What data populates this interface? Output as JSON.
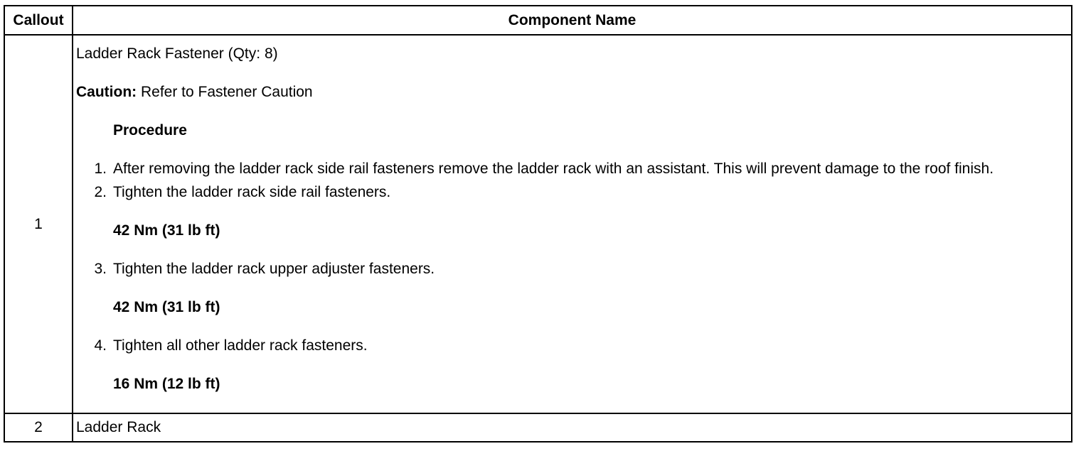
{
  "table": {
    "headers": [
      "Callout",
      "Component Name"
    ],
    "rows": [
      {
        "callout": "1",
        "title": "Ladder Rack Fastener (Qty: 8)",
        "caution_label": "Caution:",
        "caution_text": " Refer to Fastener Caution",
        "procedure_heading": "Procedure",
        "steps": [
          {
            "num": "1.",
            "text": "After removing the ladder rack side rail fasteners remove the ladder rack with an assistant. This will prevent damage to the roof finish.",
            "torque": ""
          },
          {
            "num": "2.",
            "text": "Tighten the ladder rack side rail fasteners.",
            "torque": "42 Nm (31 lb ft)"
          },
          {
            "num": "3.",
            "text": "Tighten the ladder rack upper adjuster fasteners.",
            "torque": "42 Nm (31 lb ft)"
          },
          {
            "num": "4.",
            "text": "Tighten all other ladder rack fasteners.",
            "torque": "16 Nm (12 lb ft)"
          }
        ]
      },
      {
        "callout": "2",
        "title": "Ladder Rack"
      }
    ]
  }
}
